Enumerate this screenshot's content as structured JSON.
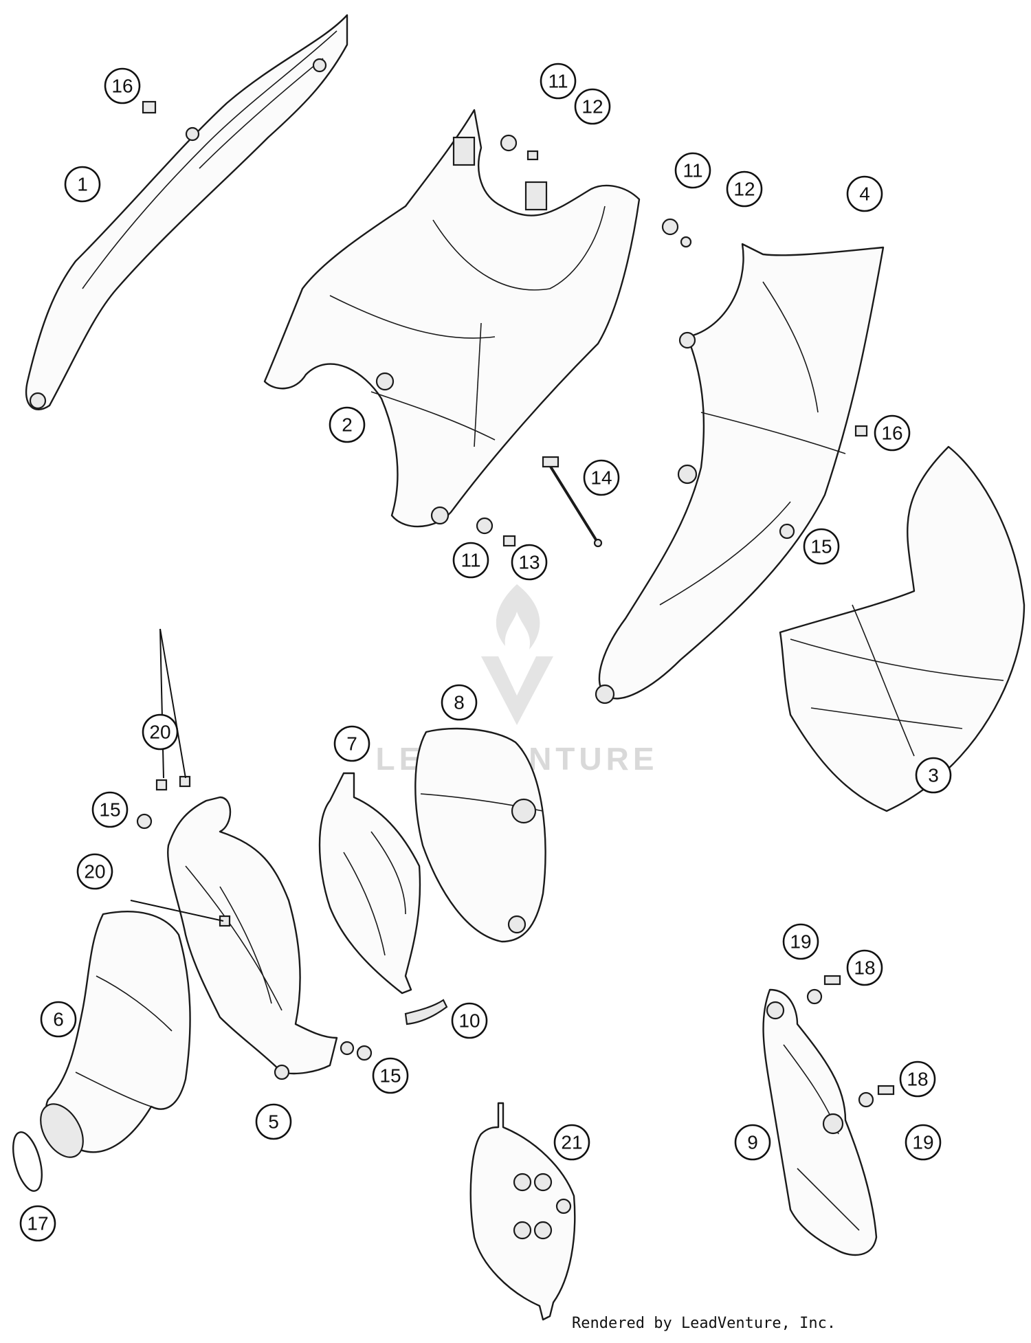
{
  "watermark": {
    "text": "LEADVENTURE"
  },
  "credit": "Rendered by LeadVenture, Inc.",
  "callouts": [
    {
      "id": "c16a",
      "label": "16"
    },
    {
      "id": "c1",
      "label": "1"
    },
    {
      "id": "c11a",
      "label": "11"
    },
    {
      "id": "c12a",
      "label": "12"
    },
    {
      "id": "c11b",
      "label": "11"
    },
    {
      "id": "c12b",
      "label": "12"
    },
    {
      "id": "c4",
      "label": "4"
    },
    {
      "id": "c2",
      "label": "2"
    },
    {
      "id": "c16b",
      "label": "16"
    },
    {
      "id": "c14",
      "label": "14"
    },
    {
      "id": "c11c",
      "label": "11"
    },
    {
      "id": "c13",
      "label": "13"
    },
    {
      "id": "c15a",
      "label": "15"
    },
    {
      "id": "c8",
      "label": "8"
    },
    {
      "id": "c20a",
      "label": "20"
    },
    {
      "id": "c7",
      "label": "7"
    },
    {
      "id": "c3",
      "label": "3"
    },
    {
      "id": "c15b",
      "label": "15"
    },
    {
      "id": "c20b",
      "label": "20"
    },
    {
      "id": "c19a",
      "label": "19"
    },
    {
      "id": "c18a",
      "label": "18"
    },
    {
      "id": "c6",
      "label": "6"
    },
    {
      "id": "c10",
      "label": "10"
    },
    {
      "id": "c15c",
      "label": "15"
    },
    {
      "id": "c18b",
      "label": "18"
    },
    {
      "id": "c5",
      "label": "5"
    },
    {
      "id": "c21",
      "label": "21"
    },
    {
      "id": "c9",
      "label": "9"
    },
    {
      "id": "c19b",
      "label": "19"
    },
    {
      "id": "c17",
      "label": "17"
    }
  ]
}
